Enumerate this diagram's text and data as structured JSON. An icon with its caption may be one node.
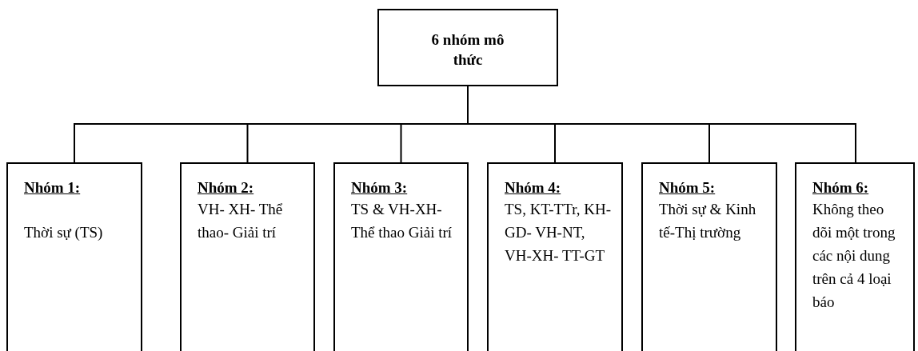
{
  "diagram": {
    "nodes": [
      {
        "text": [
          "6 nhóm mô thức"
        ]
      },
      {
        "text": [
          "Nhóm 1:",
          "Thời sự (TS)"
        ]
      },
      {
        "text": [
          "Nhóm 2:",
          "VH- XH- Thể thao- Giải trí"
        ]
      },
      {
        "text": [
          "Nhóm 3:",
          "TS & VH-XH- Thể thao Giải trí"
        ]
      },
      {
        "text": [
          "Nhóm 4:",
          "TS, KT-TTr, KH-GD- VH-NT, VH-XH- TT-GT"
        ]
      },
      {
        "text": [
          "Nhóm 5:",
          "Thời sự & Kinh tế-Thị trường"
        ]
      },
      {
        "text": [
          "Nhóm 6:",
          "Không theo dõi một trong các nội dung trên cả 4 loại báo"
        ]
      }
    ],
    "edges": [
      {
        "from": 0,
        "to": 1,
        "arrow": "none"
      },
      {
        "from": 0,
        "to": 2,
        "arrow": "none"
      },
      {
        "from": 0,
        "to": 3,
        "arrow": "none"
      },
      {
        "from": 0,
        "to": 4,
        "arrow": "none"
      },
      {
        "from": 0,
        "to": 5,
        "arrow": "none"
      },
      {
        "from": 0,
        "to": 6,
        "arrow": "none"
      }
    ]
  }
}
